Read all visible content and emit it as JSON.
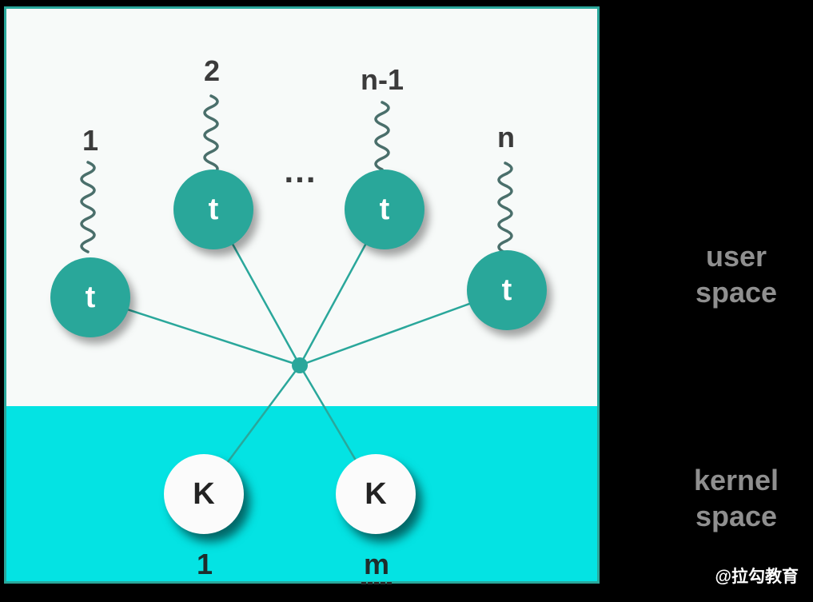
{
  "diagram": {
    "thread_labels": {
      "t1": "1",
      "t2": "2",
      "t3": "n-1",
      "t4": "n"
    },
    "ellipsis": "...",
    "user_threads": {
      "t1": "t",
      "t2": "t",
      "t3": "t",
      "t4": "t"
    },
    "kernel_threads": {
      "k1": "K",
      "k2": "K"
    },
    "kernel_labels": {
      "k1": "1",
      "k2": "m"
    },
    "regions": {
      "user_line1": "user",
      "user_line2": "space",
      "kernel_line1": "kernel",
      "kernel_line2": "space"
    },
    "watermark": "@拉勾教育",
    "colors": {
      "teal": "#29a79a",
      "cyan": "#04e3e3",
      "user_bg": "#f7faf9",
      "background": "#000000"
    }
  }
}
